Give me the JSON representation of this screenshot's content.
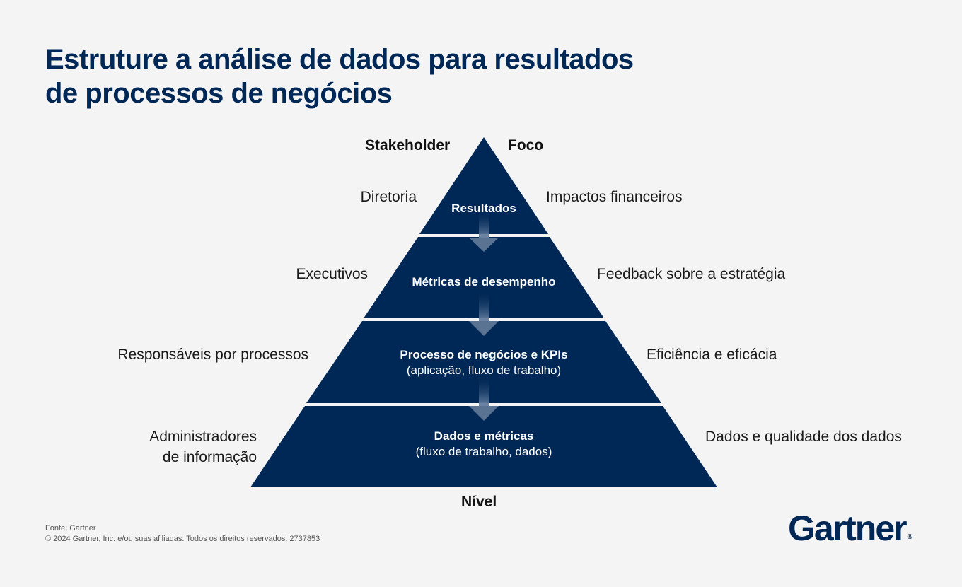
{
  "title": {
    "line1": "Estruture a análise de dados para resultados",
    "line2": "de processos de negócios"
  },
  "headers": {
    "stakeholder": "Stakeholder",
    "focus": "Foco",
    "level": "Nível"
  },
  "tiers": [
    {
      "title": "Resultados",
      "subtitle": "",
      "stakeholder": [
        "Diretoria"
      ],
      "focus": "Impactos financeiros"
    },
    {
      "title": "Métricas de desempenho",
      "subtitle": "",
      "stakeholder": [
        "Executivos"
      ],
      "focus": "Feedback sobre a estratégia"
    },
    {
      "title": "Processo de negócios e KPIs",
      "subtitle": "(aplicação, fluxo de trabalho)",
      "stakeholder": [
        "Responsáveis por processos"
      ],
      "focus": "Eficiência e eficácia"
    },
    {
      "title": "Dados e métricas",
      "subtitle": "(fluxo de trabalho, dados)",
      "stakeholder": [
        "Administradores",
        "de informação"
      ],
      "focus": "Dados e qualidade dos dados"
    }
  ],
  "footer": {
    "source": "Fonte: Gartner",
    "copyright": "© 2024 Gartner, Inc. e/ou suas afiliadas. Todos os direitos reservados. 2737853"
  },
  "logo": {
    "text": "Gartner",
    "mark": "®"
  },
  "colors": {
    "navy": "#002856",
    "background": "#f4f4f4",
    "arrow": "#5a7393"
  }
}
